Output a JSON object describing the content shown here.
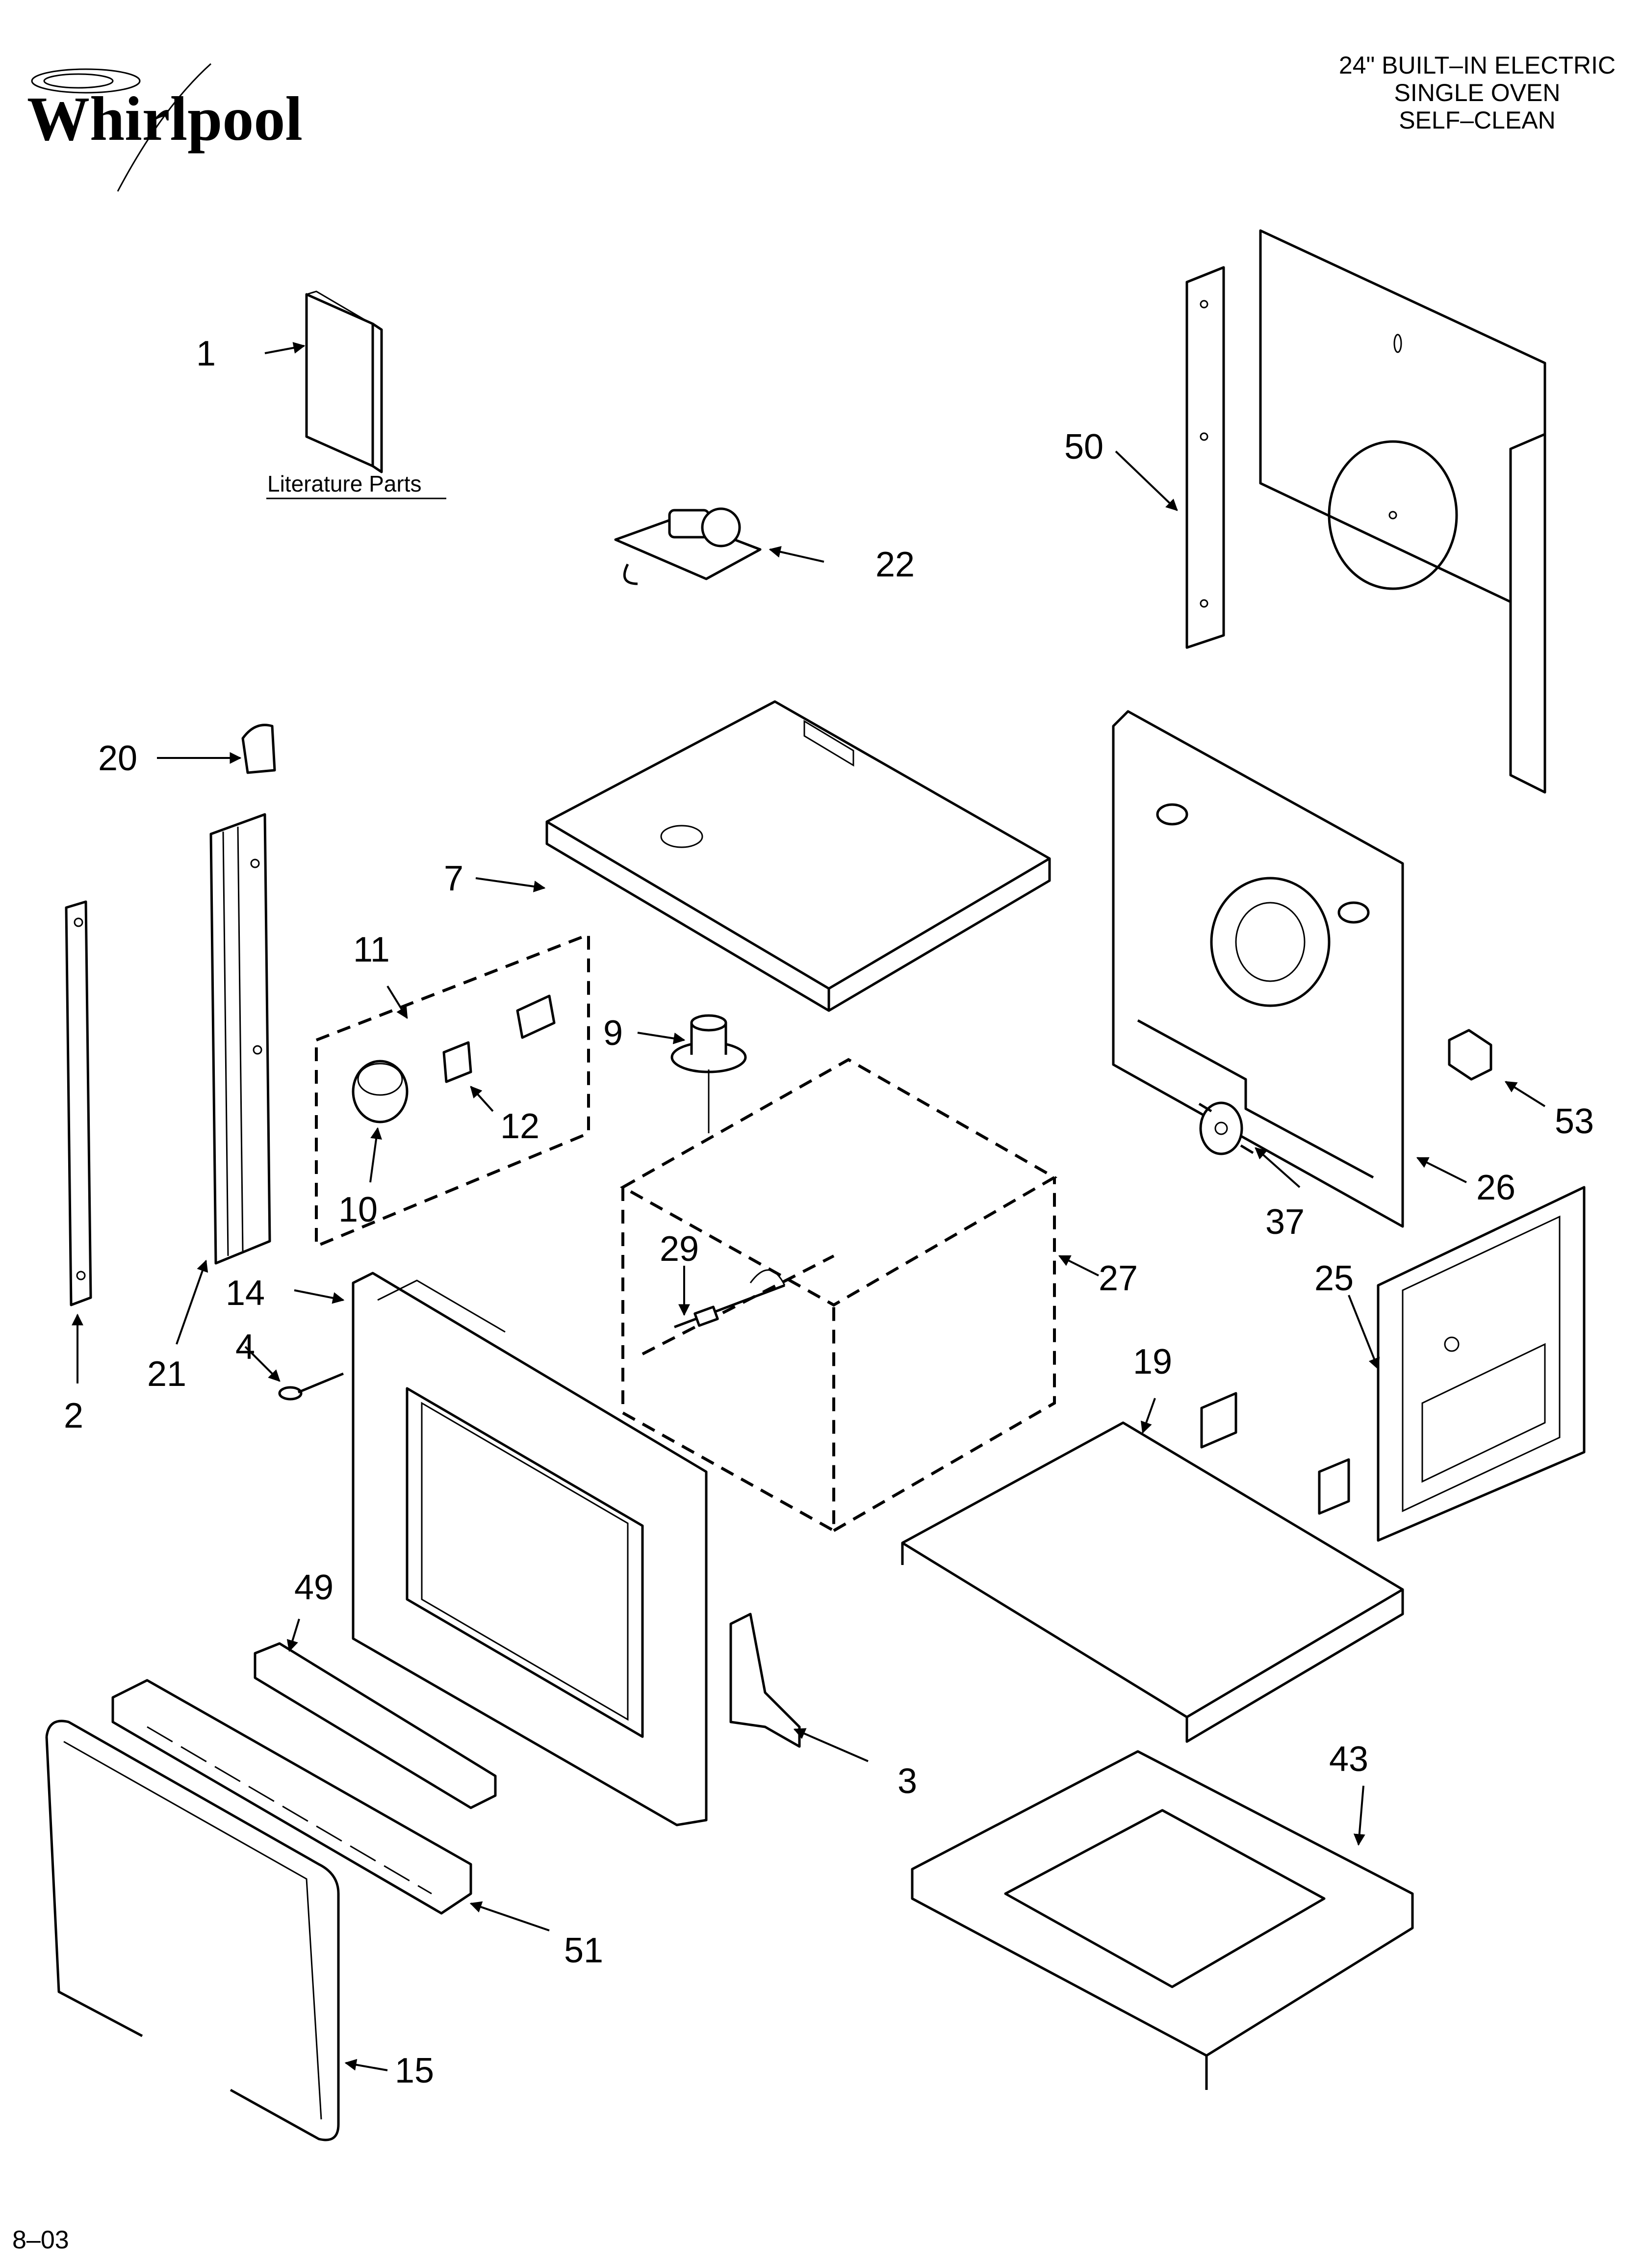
{
  "brand": {
    "logo_text": "Whirlpool"
  },
  "header": {
    "line1": "24\" BUILT–IN ELECTRIC",
    "line2": "SINGLE OVEN",
    "line3": "SELF–CLEAN"
  },
  "literature_label": "Literature Parts",
  "footer": {
    "code": "8–03"
  },
  "callouts": {
    "c1": "1",
    "c2": "2",
    "c3": "3",
    "c4": "4",
    "c7": "7",
    "c9": "9",
    "c10": "10",
    "c11": "11",
    "c12": "12",
    "c14": "14",
    "c15": "15",
    "c19": "19",
    "c20": "20",
    "c21": "21",
    "c22": "22",
    "c25": "25",
    "c26": "26",
    "c27": "27",
    "c29": "29",
    "c37": "37",
    "c43": "43",
    "c49": "49",
    "c50": "50",
    "c51": "51",
    "c53": "53"
  }
}
